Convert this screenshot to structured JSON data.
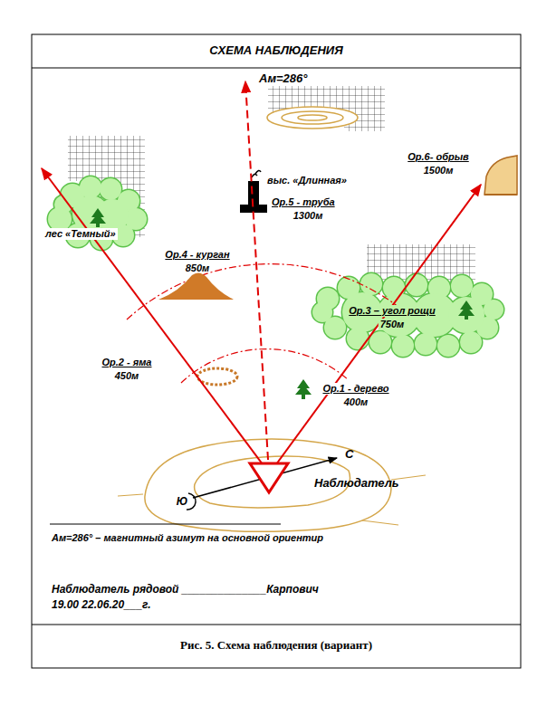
{
  "diagram": {
    "title": "СХЕМА НАБЛЮДЕНИЯ",
    "caption": "Рис. 5. Схема наблюдения (вариант)",
    "labels": [
      "Ам=286°",
      "выс. «Длинная»",
      "Ор.5 - труба",
      "1300м",
      "Ор.6- обрыв",
      "1500м",
      "лес «Темный»",
      "Ор.4 - курган",
      "850м",
      "Ор.3 – угол рощи",
      "750м",
      "Ор.2 - яма",
      "450м",
      "Ор.1 - дерево",
      "400м",
      "С",
      "Ю",
      "Наблюдатель",
      "Ам=286° – магнитный азимут на основной ориентир",
      "Наблюдатель рядовой ______________Карпович",
      "19.00 22.06.20___г."
    ]
  }
}
